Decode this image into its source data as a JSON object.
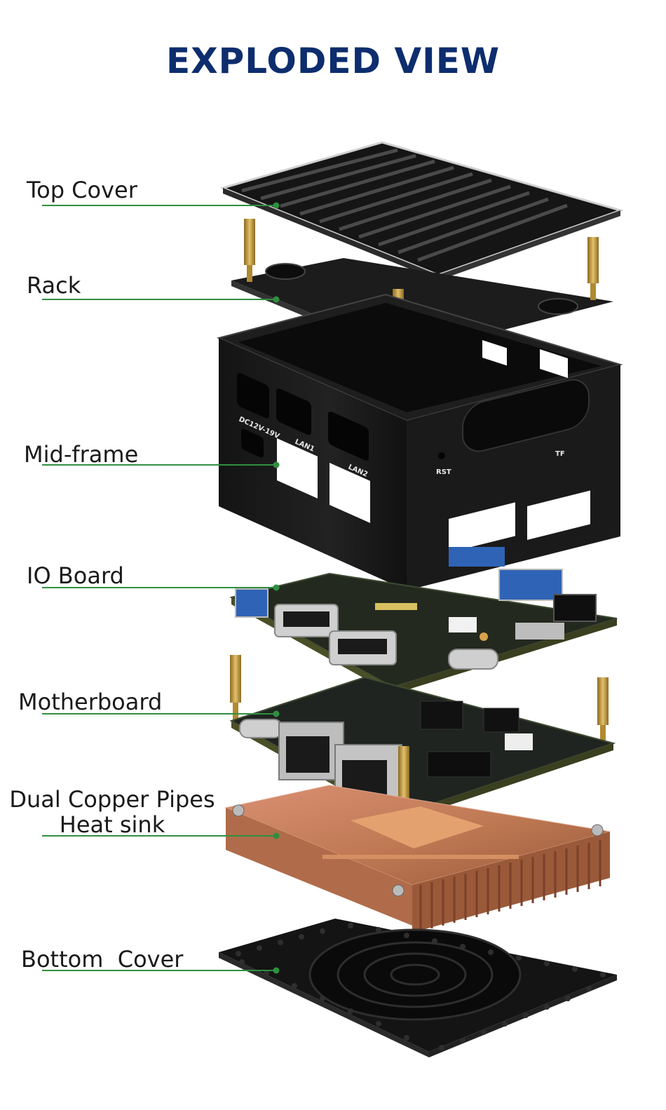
{
  "title": "EXPLODED VIEW",
  "colors": {
    "title": "#0d2d6e",
    "leader": "#2f8f3f",
    "copper": "#c07a55",
    "metal": "#1b1b1b",
    "pcb": "#22271f",
    "brass": "#c49a3a"
  },
  "labels": {
    "top_cover": "Top Cover",
    "rack": "Rack",
    "mid_frame": "Mid-frame",
    "io_board": "IO Board",
    "motherboard": "Motherboard",
    "heat_sink_line1": "Dual Copper Pipes",
    "heat_sink_line2": "Heat sink",
    "bottom_cover": "Bottom  Cover"
  },
  "port_markings": {
    "dc": "DC12V-19V",
    "lan1": "LAN1",
    "lan2": "LAN2",
    "rst": "RST",
    "tf": "TF"
  }
}
